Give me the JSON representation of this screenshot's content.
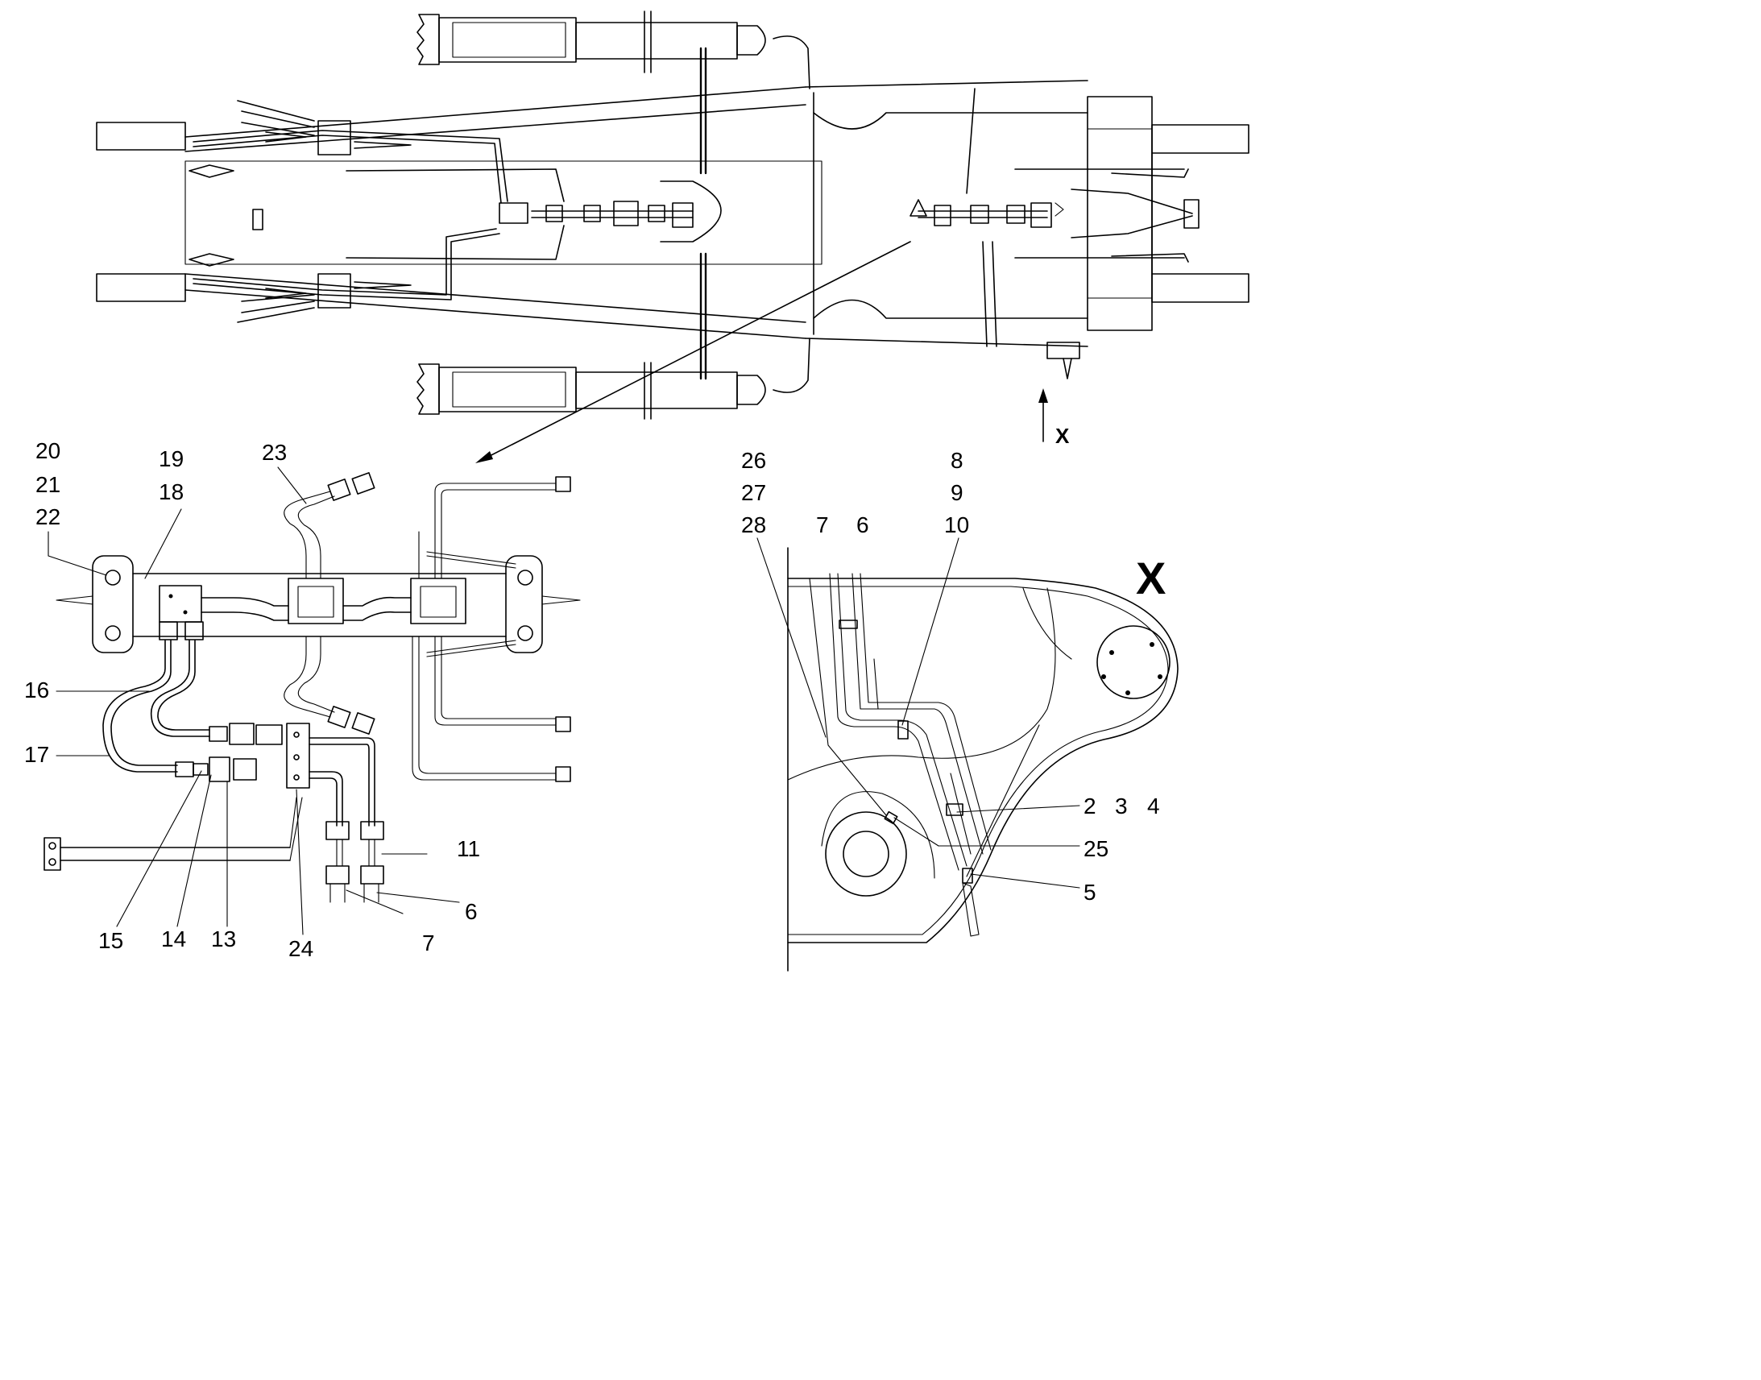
{
  "callouts": {
    "n20": "20",
    "n21": "21",
    "n22": "22",
    "n19": "19",
    "n18": "18",
    "n23": "23",
    "n16": "16",
    "n17": "17",
    "n15": "15",
    "n14": "14",
    "n13": "13",
    "n24": "24",
    "n11": "11",
    "n6_left": "6",
    "n7_left": "7",
    "n26": "26",
    "n27": "27",
    "n28": "28",
    "n7_right": "7",
    "n6_right": "6",
    "n8": "8",
    "n9": "9",
    "n10": "10",
    "n2": "2",
    "n3": "3",
    "n4": "4",
    "n25": "25",
    "n5": "5"
  },
  "view_arrow_label": "X",
  "view_title": "X"
}
